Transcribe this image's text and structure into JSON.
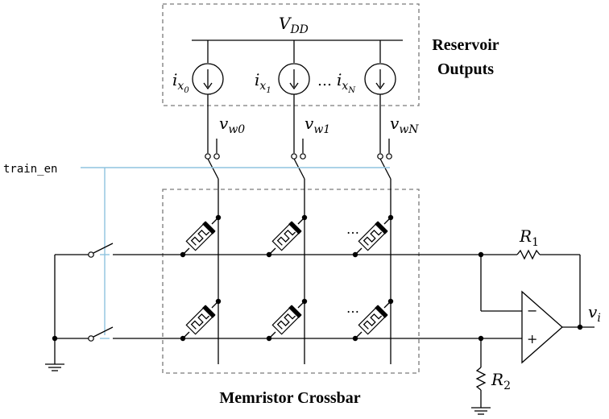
{
  "labels": {
    "vdd_main": "V",
    "vdd_sub": "DD",
    "reservoir_line1": "Reservoir",
    "reservoir_line2": "Outputs",
    "ix_base": "i",
    "ix0_sub": "x",
    "ix0_subsub": "0",
    "ix1_sub": "x",
    "ix1_subsub": "1",
    "ixn_sub": "x",
    "ixn_subsub": "N",
    "ellipsis": "…",
    "vw_base": "v",
    "vw0_sub": "w0",
    "vw1_sub": "w1",
    "vwn_sub": "wN",
    "train_en": "train_en",
    "r1_base": "R",
    "r1_sub": "1",
    "r2_base": "R",
    "r2_sub": "2",
    "vi_base": "v",
    "vi_sub": "i",
    "minus": "−",
    "plus": "+",
    "crossbar_label": "Memristor Crossbar",
    "row_ellipsis": "…"
  }
}
